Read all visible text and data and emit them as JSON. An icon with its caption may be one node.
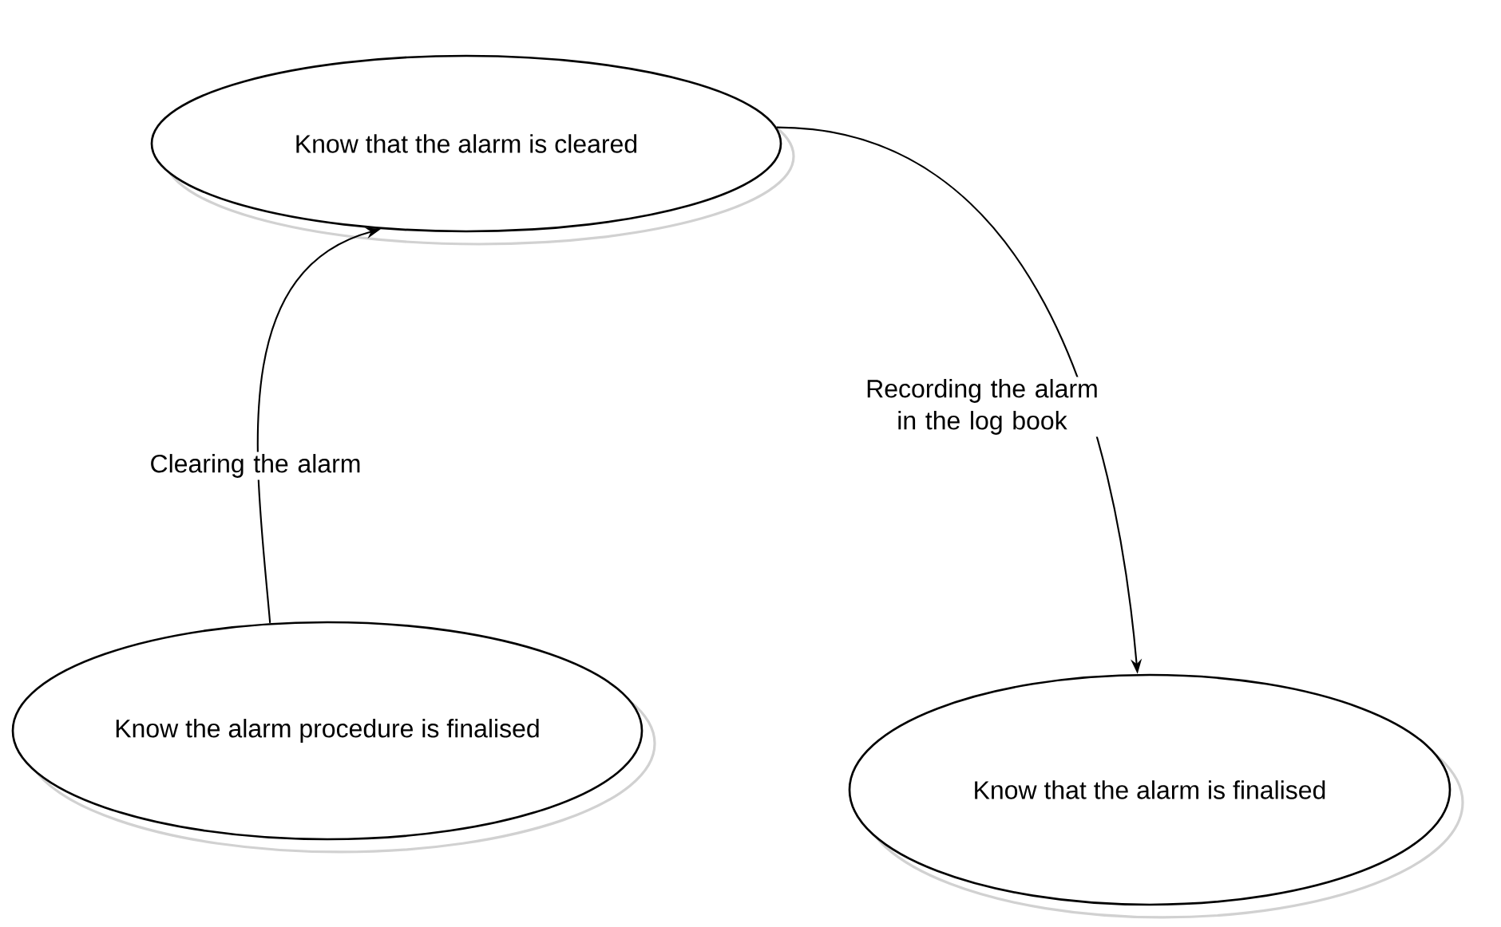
{
  "diagram": {
    "nodes": [
      {
        "text": [
          "Know that the alarm is cleared"
        ]
      },
      {
        "text": [
          "Know the alarm procedure is finalised"
        ]
      },
      {
        "text": [
          "Know that the alarm is finalised"
        ]
      }
    ],
    "edges": [
      {
        "from": 1,
        "to": 0,
        "arrow": "to",
        "label": "Clearing the alarm"
      },
      {
        "from": 0,
        "to": 2,
        "arrow": "to",
        "label": "Recording the alarm in the log book"
      }
    ]
  }
}
